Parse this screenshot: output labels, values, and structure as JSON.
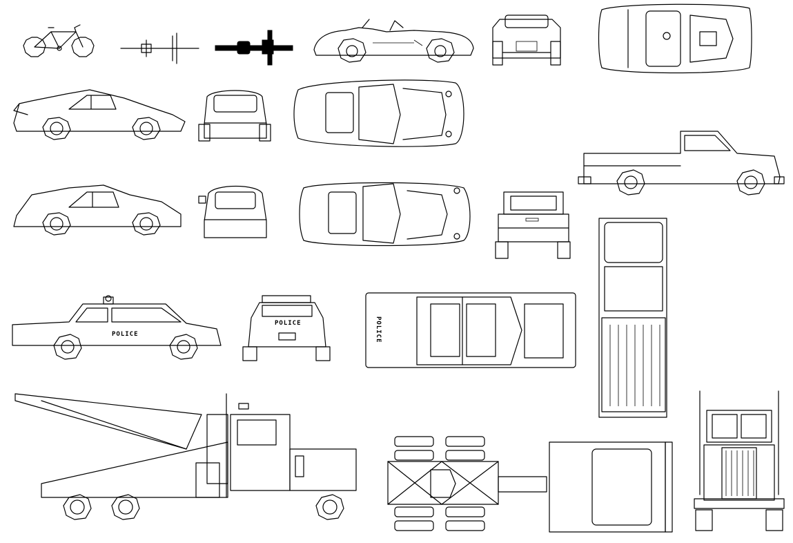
{
  "vehicles": {
    "police_side_label": "POLICE",
    "police_rear_label": "POLICE",
    "police_top_label": "POLICE"
  }
}
